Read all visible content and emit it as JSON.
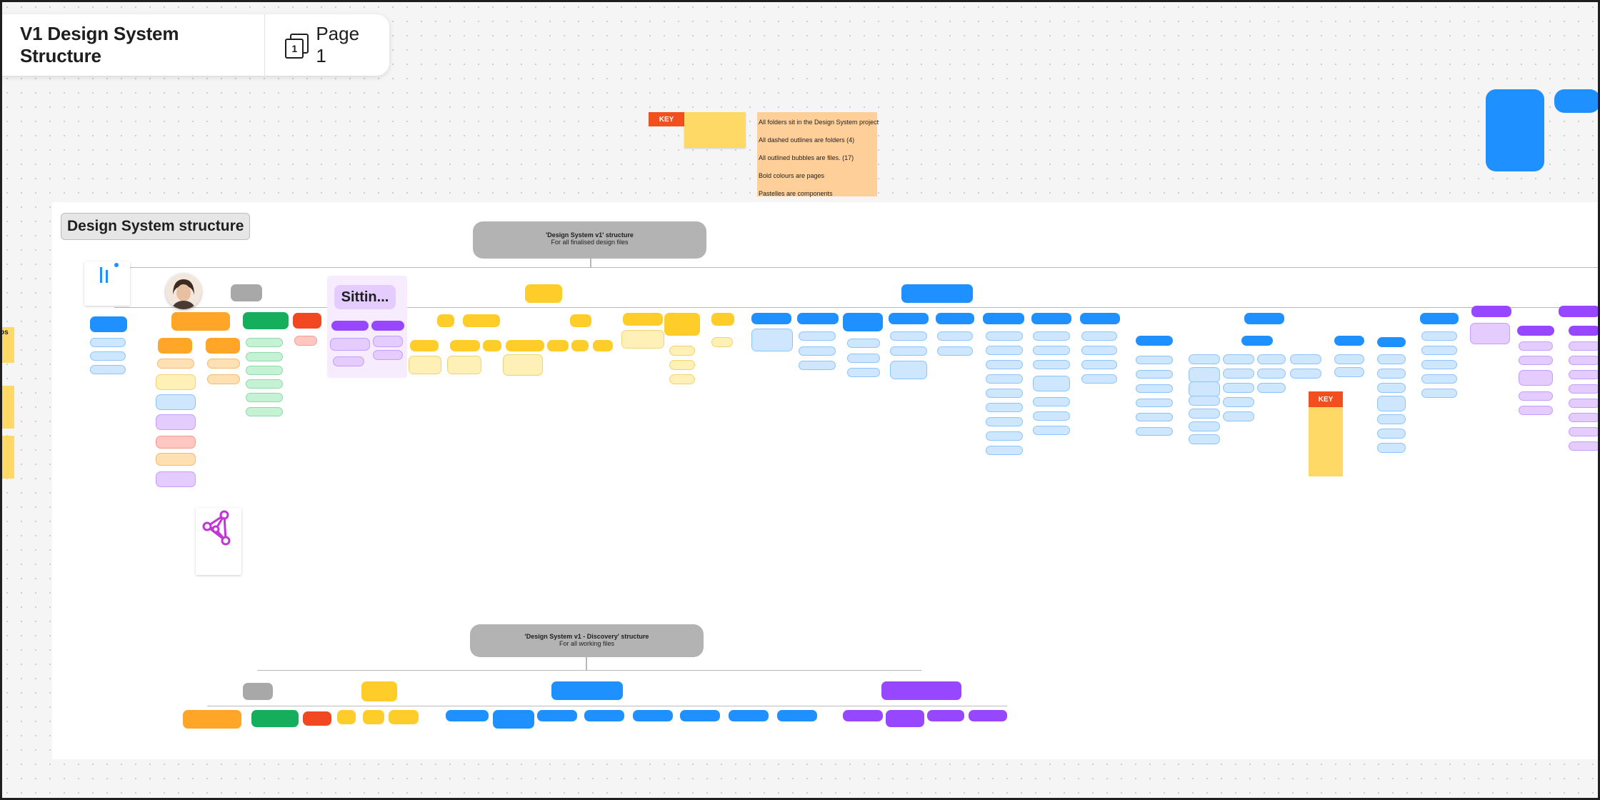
{
  "header": {
    "doc_title": "V1 Design System Structure",
    "page_number": "1",
    "page_label": "Page 1"
  },
  "key_panel": {
    "tag": "KEY",
    "items": [
      "All folders sit in the Design System project",
      "All dashed outlines are folders (4)",
      "All outlined bubbles are files. (17)",
      "Bold colours are pages",
      "Pastelles are components"
    ]
  },
  "board": {
    "title": "Design System structure",
    "sitting_label": "Sittin...",
    "key2_tag": "KEY",
    "left_label": "ps"
  },
  "tree1": {
    "root_title": "'Design System v1' structure",
    "root_subtitle": "For all finalised design files"
  },
  "tree2": {
    "root_title": "'Design System v1 - Discovery' structure",
    "root_subtitle": "For all working files"
  },
  "colors": {
    "blue": "#1e90ff",
    "yellow": "#ffcd29",
    "orange": "#ffa629",
    "green": "#14ae5c",
    "red": "#f24822",
    "purple": "#9747ff",
    "grey": "#b3b3b3",
    "key_red": "#f24e1e"
  },
  "icons": [
    "page-stack-icon",
    "avatar",
    "network-graph-icon"
  ]
}
